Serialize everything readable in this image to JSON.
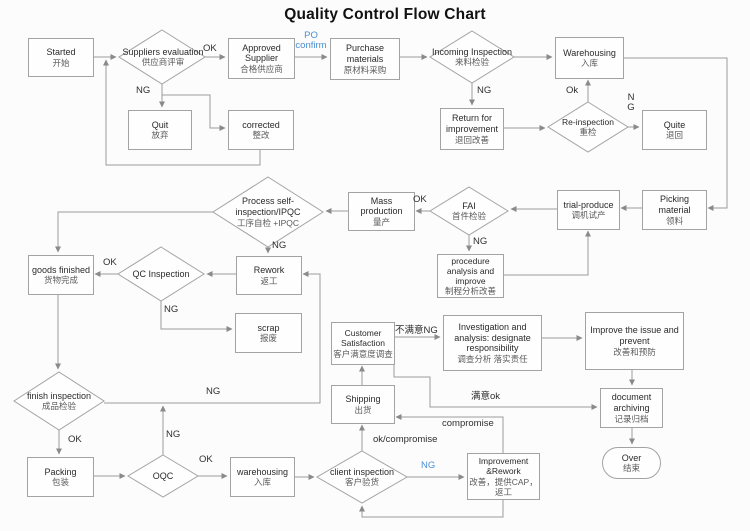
{
  "title": "Quality Control Flow Chart",
  "colors": {
    "line": "#9b9b9b",
    "box_border": "#a3a3a3",
    "text_en": "#2a2a2a",
    "text_zh": "#5a5a5a",
    "accent_blue": "#4a8fd2"
  },
  "nodes": {
    "started": {
      "en": "Started",
      "zh": "开始"
    },
    "suppliers_evaluation": {
      "en": "Suppliers evaluation",
      "zh": "供应商评审"
    },
    "approved_supplier": {
      "en": "Approved Supplier",
      "zh": "合格供应商"
    },
    "purchase_materials": {
      "en": "Purchase materials",
      "zh": "原材料采购"
    },
    "incoming_inspection": {
      "en": "Incoming Inspection",
      "zh": "来料检验"
    },
    "warehousing_top": {
      "en": "Warehousing",
      "zh": "入库"
    },
    "quit": {
      "en": "Quit",
      "zh": "放弃"
    },
    "corrected": {
      "en": "corrected",
      "zh": "整改"
    },
    "return_for_improvement": {
      "en": "Return for improvement",
      "zh": "退回改善"
    },
    "re_inspection": {
      "en": "Re-inspection",
      "zh": "重检"
    },
    "quite": {
      "en": "Quite",
      "zh": "退回"
    },
    "process_self_inspection": {
      "en": "Process self-inspection/IPQC",
      "zh": "工序自检 +IPQC"
    },
    "mass_production": {
      "en": "Mass production",
      "zh": "量产"
    },
    "fai": {
      "en": "FAI",
      "zh": "首件检验"
    },
    "trial_produce": {
      "en": "trial-produce",
      "zh": "调机试产"
    },
    "picking_material": {
      "en": "Picking material",
      "zh": "领料"
    },
    "goods_finished": {
      "en": "goods finished",
      "zh": "货物完成"
    },
    "qc_inspection": {
      "en": "QC Inspection",
      "zh": ""
    },
    "rework": {
      "en": "Rework",
      "zh": "返工"
    },
    "procedure_analysis": {
      "en": "procedure analysis and improve",
      "zh": "制程分析改善"
    },
    "scrap": {
      "en": "scrap",
      "zh": "报废"
    },
    "customer_satisfaction": {
      "en": "Customer Satisfaction",
      "zh": "客户满意度调查"
    },
    "investigation": {
      "en": "Investigation and analysis: designate responsibility",
      "zh": "调查分析 落实责任"
    },
    "improve_issue": {
      "en": "Improve the issue and prevent",
      "zh": "改善和预防"
    },
    "finish_inspection": {
      "en": "finish inspection",
      "zh": "成品检验"
    },
    "shipping": {
      "en": "Shipping",
      "zh": "出货"
    },
    "document_archiving": {
      "en": "document archiving",
      "zh": "记录归档"
    },
    "packing": {
      "en": "Packing",
      "zh": "包装"
    },
    "oqc": {
      "en": "OQC",
      "zh": ""
    },
    "warehousing_bottom": {
      "en": "warehousing",
      "zh": "入库"
    },
    "client_inspection": {
      "en": "client inspection",
      "zh": "客户验货"
    },
    "improvement_rework": {
      "en": "Improvement &Rework",
      "zh": "改善，提供CAP，返工"
    },
    "over": {
      "en": "Over",
      "zh": "结束"
    }
  },
  "edge_labels": {
    "ok_suppliers": "OK",
    "po_confirm": "PO confirm",
    "ng_suppliers": "NG",
    "ng_incoming": "NG",
    "ok_reinspection": "Ok",
    "ng_reinspection": "N G",
    "ok_fai": "OK",
    "ng_fai": "NG",
    "ng_process": "NG",
    "ok_qc": "OK",
    "ng_qc": "NG",
    "ng_finish": "NG",
    "ok_finish": "OK",
    "ng_oqc": "NG",
    "ok_oqc": "OK",
    "unsatisfied_ng": "不满意NG",
    "satisfied_ok": "满意ok",
    "compromise": "compromise",
    "ok_compromise": "ok/compromise",
    "ng_client": "NG"
  }
}
